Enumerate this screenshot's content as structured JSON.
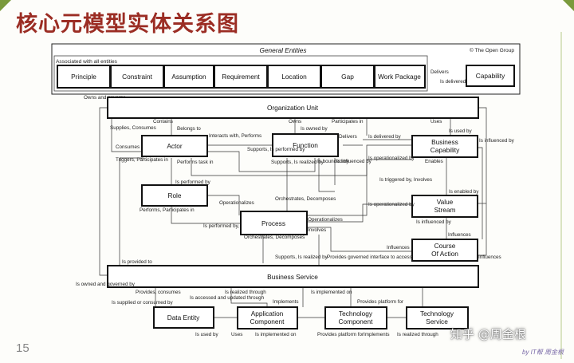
{
  "slide": {
    "title": "核心元模型实体关系图",
    "page_number": "15",
    "watermark": "知乎 @周金根",
    "byline": "by IT帮 周金根"
  },
  "diagram": {
    "general_title": "General Entities",
    "copyright": "© The Open Group",
    "associated_label": "Associated with all entities",
    "general_entities": [
      "Principle",
      "Constraint",
      "Assumption",
      "Requirement",
      "Location",
      "Gap",
      "Work Package"
    ],
    "capability": "Capability",
    "delivers": "Delivers",
    "is_delivered_by": "Is delivered by",
    "organization_unit": "Organization Unit",
    "actor": "Actor",
    "function": "Function",
    "business_capability": "Business Capability",
    "role": "Role",
    "value_stream": "Value Stream",
    "process": "Process",
    "course_of_action": "Course Of Action",
    "business_service": "Business Service",
    "data_entity": "Data Entity",
    "application_component": "Application Component",
    "technology_component": "Technology Component",
    "technology_service": "Technology Service",
    "labels": {
      "owns_and_governs": "Owns and governs",
      "supplies_consumes": "Supplies, Consumes",
      "contains": "Contains",
      "belongs_to": "Belongs to",
      "owns": "Owns",
      "participates_in": "Participates in",
      "uses": "Uses",
      "consumes": "Consumes",
      "interacts_with": "Interacts with, Performs",
      "is_owned_by": "Is owned by",
      "delivers2": "Delivers",
      "is_delivered_by2": "Is delivered by",
      "is_used_by": "Is used by",
      "is_influenced_by": "Is influenced by",
      "supports_performed": "Supports, Is performed by",
      "triggers": "Triggers, Participates in",
      "performs_task": "Performs task in",
      "supports_realized": "Supports, Is realized by",
      "is_bounded_by": "Is bounded by",
      "is_influenced": "Is influenced by",
      "operationalized_by": "Is operationalized by",
      "enables": "Enables",
      "is_performed_by": "Is performed by",
      "is_triggered_by": "Is triggered by, Involves",
      "is_enabled_by": "Is enabled by",
      "operationalizes": "Operationalizes",
      "orchestrates": "Orchestrates, Decomposes",
      "operationalized_by2": "Is operationalized by",
      "performs_participates": "Performs, Participates in",
      "operationalizes2": "Operationalizes",
      "involves": "Involves",
      "is_influenced_by3": "Is influenced by",
      "influences": "Influences",
      "is_performed_involves": "Is performed by, Involves",
      "orchestrates2": "Orchestrates, Decomposes",
      "influences2": "Influences",
      "influences3": "Influences",
      "supports_realized2": "Supports, Is realized by",
      "provides_governed": "Provides governed interface to access",
      "is_provided_to": "Is provided to",
      "is_owned_governed": "Is owned and governed by",
      "provides_consumes": "Provides, consumes",
      "is_realized_through": "Is realized through",
      "is_implemented_on": "Is implemented on",
      "is_supplied": "Is supplied or consumed by",
      "is_accessed": "Is accessed and updated through",
      "implements": "Implements",
      "provides_platform": "Provides platform for",
      "is_used_by2": "Is used by",
      "uses2": "Uses",
      "is_implemented_on2": "Is implemented on",
      "provides_platform2": "Provides platform for",
      "implements2": "Implements",
      "is_realized_through2": "Is realized through"
    }
  }
}
